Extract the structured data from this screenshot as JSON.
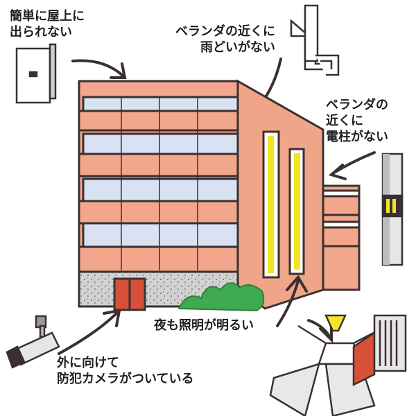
{
  "annotations": {
    "roof": {
      "line1": "簡単に屋上に",
      "line2": "出られない"
    },
    "gutter": {
      "line1": "ベランダの近くに",
      "line2": "雨どいがない"
    },
    "pole": {
      "line1": "ベランダの",
      "line2": "近くに",
      "line3": "電柱がない"
    },
    "light": {
      "line1": "夜も照明が明るい"
    },
    "camera": {
      "line1": "外に向けて",
      "line2": "防犯カメラがついている"
    }
  },
  "colors": {
    "wall": "#f2a68c",
    "wall_side": "#f0a589",
    "outline": "#3a3030",
    "window": "#d8e2f2",
    "door": "#d9503a",
    "plant": "#3faa52",
    "light_yellow": "#f2e526",
    "base_gray": "#cfcfcf"
  }
}
